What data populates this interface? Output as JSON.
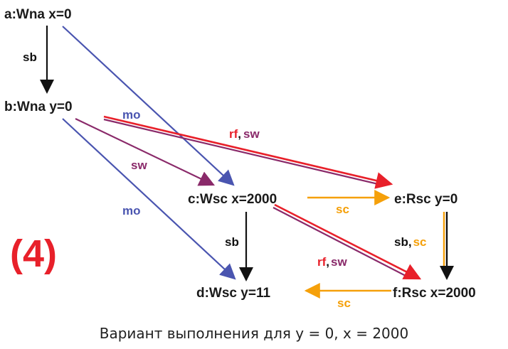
{
  "colors": {
    "sb": "#111111",
    "mo": "#4a55b0",
    "sw": "#8a2a6a",
    "rf": "#e8202a",
    "sc": "#f5a00a",
    "node_text": "#1a1a1a"
  },
  "nodes": {
    "a": "a:Wna x=0",
    "b": "b:Wna y=0",
    "c": "c:Wsc x=2000",
    "d": "d:Wsc y=11",
    "e": "e:Rsc y=0",
    "f": "f:Rsc x=2000"
  },
  "edge_labels": {
    "a_b_sb": "sb",
    "b_c_mo": "mo",
    "b_c_sw": "sw",
    "b_d_mo": "mo",
    "b_e_rf": "rf",
    "b_e_comma": ",",
    "b_e_sw": "sw",
    "c_e_sc": "sc",
    "c_d_sb": "sb",
    "e_f_sb": "sb",
    "e_f_comma": ",",
    "e_f_sc": "sc",
    "c_f_rf": "rf",
    "c_f_comma": ",",
    "c_f_sw": "sw",
    "f_d_sc": "sc"
  },
  "badge": "(4)",
  "caption": "Вариант выполнения для y = 0, x = 2000"
}
